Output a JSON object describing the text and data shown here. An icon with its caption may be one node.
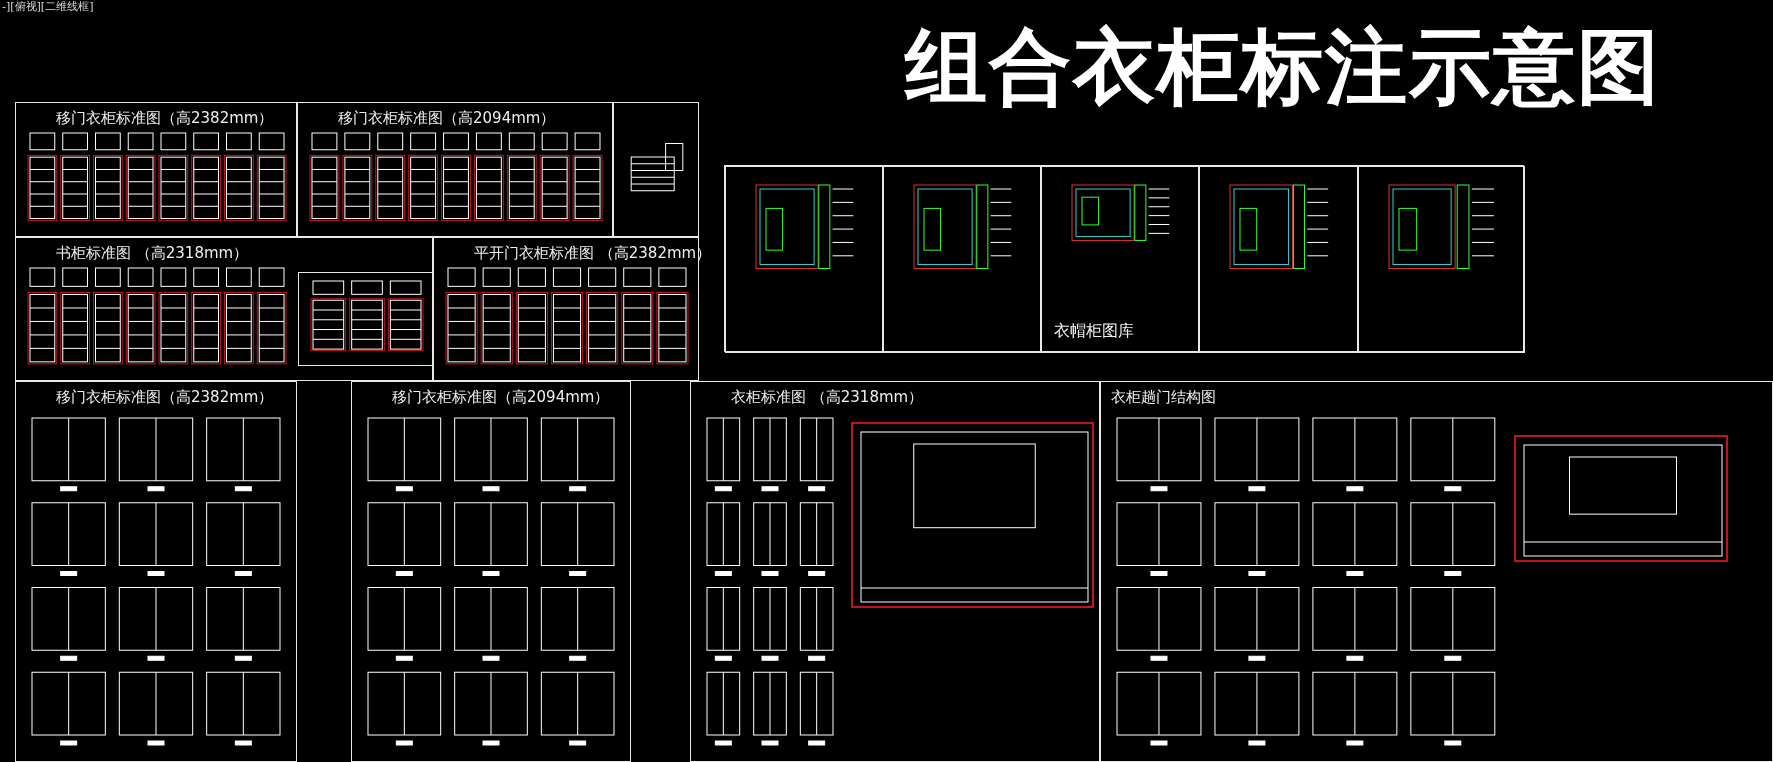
{
  "diagram": {
    "title": "组合衣柜标注示意图",
    "nodes": [
      {
        "text": [
          "移门衣柜标准图（高2382mm）"
        ]
      },
      {
        "text": [
          "移门衣柜标准图（高2094mm）"
        ]
      },
      {
        "text": [],
        "shape": "box"
      },
      {
        "text": [
          "书柜标准图 （高2318mm）"
        ]
      },
      {
        "text": [],
        "shape": "box",
        "in": 3
      },
      {
        "text": [
          "平开门衣柜标准图 （高2382mm）"
        ]
      },
      {
        "text": [],
        "shape": "box"
      },
      {
        "text": [],
        "shape": "box",
        "in": 6
      },
      {
        "text": [],
        "shape": "box",
        "in": 6
      },
      {
        "text": [
          "衣帽柜图库"
        ],
        "in": 6
      },
      {
        "text": [],
        "shape": "box",
        "in": 6
      },
      {
        "text": [],
        "shape": "box",
        "in": 6
      },
      {
        "text": [
          "移门衣柜标准图（高2382mm）"
        ]
      },
      {
        "text": [
          "移门衣柜标准图（高2094mm）"
        ]
      },
      {
        "text": [
          "衣柜标准图 （高2318mm）"
        ]
      },
      {
        "text": [],
        "shape": "box",
        "in": 14
      },
      {
        "text": [
          "衣柜趟门结构图"
        ]
      },
      {
        "text": [],
        "shape": "box",
        "in": 16
      }
    ],
    "labels": [
      "-][俯视][二维线框]"
    ]
  }
}
